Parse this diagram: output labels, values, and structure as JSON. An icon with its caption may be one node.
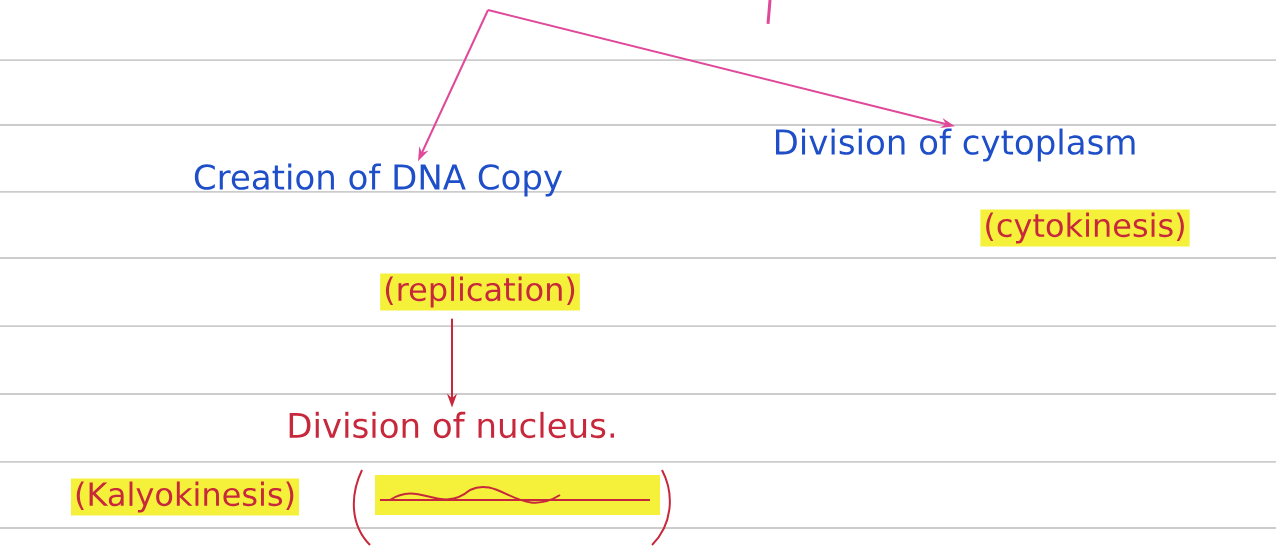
{
  "diagram": {
    "nodes": [
      {
        "text": [
          "Creation of DNA Copy"
        ],
        "beside": [
          "(replication)"
        ]
      },
      {
        "text": [
          "Division of cytoplasm"
        ],
        "beside": [
          "(cytokinesis)"
        ]
      },
      {
        "text": [
          "Division of nucleus."
        ],
        "beside": [
          "(Kalyokinesis)"
        ]
      }
    ],
    "edges": [
      {
        "from": null,
        "to": 0,
        "arrow": "to"
      },
      {
        "from": null,
        "to": 1,
        "arrow": "to"
      },
      {
        "from": 0,
        "to": 2,
        "arrow": "to",
        "color": "#c8283c"
      }
    ]
  }
}
